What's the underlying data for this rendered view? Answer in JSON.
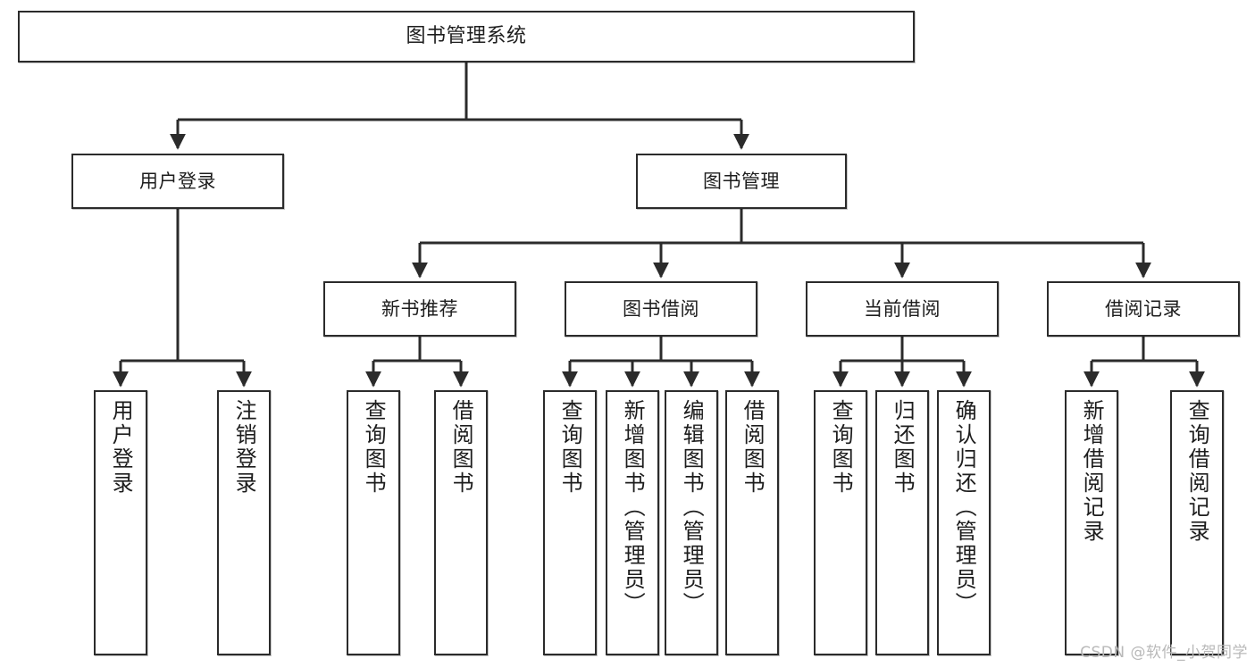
{
  "diagram": {
    "title": "图书管理系统",
    "type": "tree-hierarchy-chart",
    "watermark": "CSDN @软件_小贺同学",
    "colors": {
      "node_border": "#2b2b2b",
      "node_fill": "#ffffff",
      "edge": "#2b2b2b",
      "text": "#1d1d1d",
      "watermark": "#b9b9b9"
    },
    "levels": {
      "root": [
        "图书管理系统"
      ],
      "level2": [
        "用户登录",
        "图书管理"
      ],
      "level3": [
        "新书推荐",
        "图书借阅",
        "当前借阅",
        "借阅记录"
      ],
      "level4": [
        "用户登录",
        "注销登录",
        "查询图书",
        "借阅图书",
        "查询图书",
        "新增图书（管理员）",
        "编辑图书（管理员）",
        "借阅图书",
        "查询图书",
        "归还图书",
        "确认归还（管理员）",
        "新增借阅记录",
        "查询借阅记录"
      ]
    }
  },
  "nodes": {
    "root": {
      "label": "图书管理系统"
    },
    "user_login": {
      "label": "用户登录"
    },
    "book_manage": {
      "label": "图书管理"
    },
    "new_book_rec": {
      "label": "新书推荐"
    },
    "book_borrow": {
      "label": "图书借阅"
    },
    "current_borrow": {
      "label": "当前借阅"
    },
    "borrow_record": {
      "label": "借阅记录"
    },
    "leaf_user_login": {
      "label": "用户登录"
    },
    "leaf_logout": {
      "label": "注销登录"
    },
    "leaf_query_book_1": {
      "label": "查询图书"
    },
    "leaf_borrow_book_1": {
      "label": "借阅图书"
    },
    "leaf_query_book_2": {
      "label": "查询图书"
    },
    "leaf_add_book": {
      "label": "新增图书（管理员）"
    },
    "leaf_edit_book": {
      "label": "编辑图书（管理员）"
    },
    "leaf_borrow_book_2": {
      "label": "借阅图书"
    },
    "leaf_query_book_3": {
      "label": "查询图书"
    },
    "leaf_return_book": {
      "label": "归还图书"
    },
    "leaf_confirm_return": {
      "label": "确认归还（管理员）"
    },
    "leaf_add_record": {
      "label": "新增借阅记录"
    },
    "leaf_query_record": {
      "label": "查询借阅记录"
    }
  },
  "footer": {
    "watermark": "CSDN @软件_小贺同学"
  }
}
